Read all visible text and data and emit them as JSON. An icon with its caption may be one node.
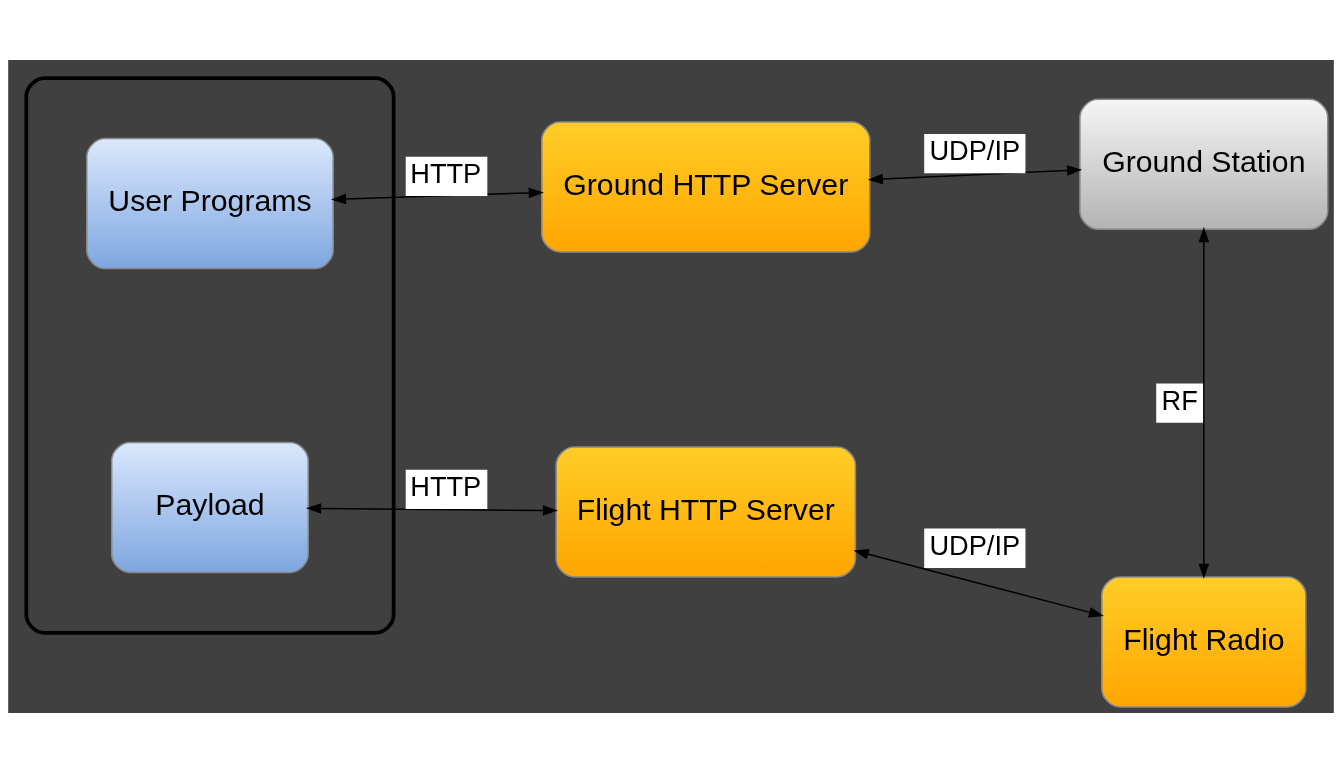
{
  "diagram": {
    "nodes": [
      {
        "text": [],
        "shape": "box"
      },
      {
        "text": [
          "User Programs"
        ],
        "in": 0
      },
      {
        "text": [
          "Payload"
        ],
        "in": 0
      },
      {
        "text": [
          "Ground HTTP Server"
        ]
      },
      {
        "text": [
          "Ground Station"
        ]
      },
      {
        "text": [
          "Flight HTTP Server"
        ]
      },
      {
        "text": [
          "Flight Radio"
        ]
      }
    ],
    "edges": [
      {
        "from": 1,
        "to": 3,
        "arrow": "both",
        "label": "HTTP"
      },
      {
        "from": 3,
        "to": 4,
        "arrow": "both",
        "label": "UDP/IP"
      },
      {
        "from": 4,
        "to": 6,
        "arrow": "both",
        "label": "RF"
      },
      {
        "from": 2,
        "to": 5,
        "arrow": "both",
        "label": "HTTP"
      },
      {
        "from": 5,
        "to": 6,
        "arrow": "both",
        "label": "UDP/IP"
      }
    ]
  }
}
